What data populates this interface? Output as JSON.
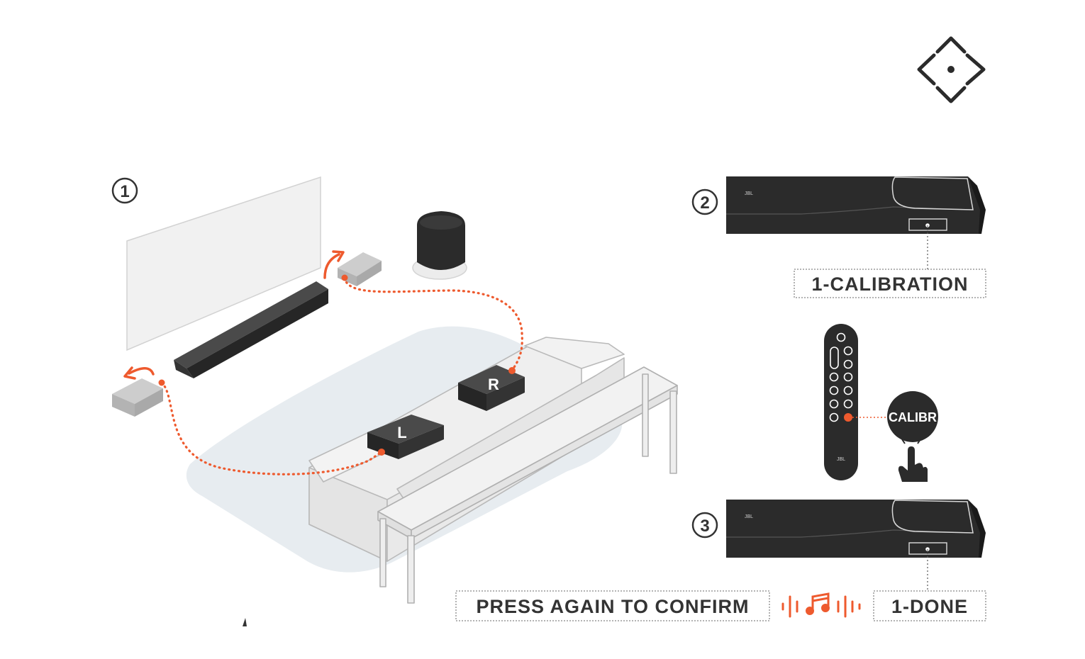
{
  "steps": {
    "one": "1",
    "two": "2",
    "three": "3"
  },
  "speakers": {
    "left": "L",
    "right": "R"
  },
  "soundbar_logo": "JBL",
  "remote_logo": "JBL",
  "remote_button": "CALIBR",
  "display_calibration": "1-CALIBRATION",
  "display_done": "1-DONE",
  "instruction_confirm": "PRESS AGAIN TO CONFIRM",
  "icons": {
    "navigation": "dpad-icon",
    "sound": "music-note-icon",
    "tap": "hand-pointer-icon"
  },
  "colors": {
    "accent": "#ee5a2e",
    "dark_device": "#2b2b2b",
    "furniture_fill": "#ececec",
    "furniture_stroke": "#b9b9b9",
    "floor": "#e6ebef",
    "surround_speaker": "#b4b4b4"
  }
}
